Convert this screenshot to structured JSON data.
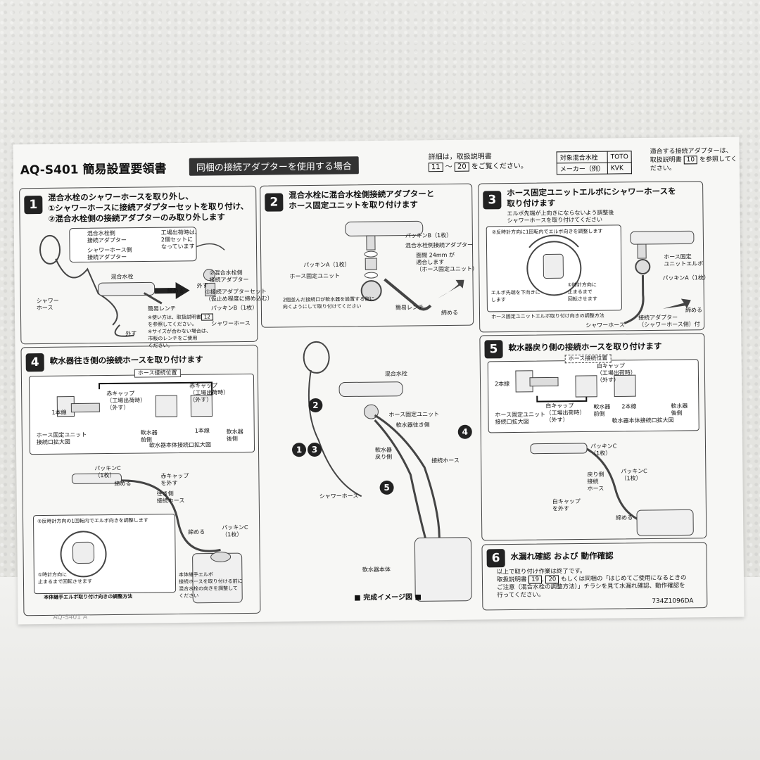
{
  "header": {
    "model_title": "AQ-S401 簡易設置要領書",
    "badge": "同梱の接続アダプターを使用する場合",
    "detail_line1": "詳細は，取扱説明書",
    "detail_ref1": "11",
    "detail_sep": "～",
    "detail_ref2": "20",
    "detail_line2": "をご覧ください。",
    "spec_label1": "対象混合水栓",
    "spec_label2": "メーカー（例）",
    "spec_val1": "TOTO",
    "spec_val2": "KVK",
    "note_text": "適合する接続アダプターは、取扱説明書",
    "note_ref": "10",
    "note_text2": "を参照してください。"
  },
  "step1": {
    "num": "1",
    "title_l1": "混合水栓のシャワーホースを取り外し、",
    "title_l2": "①シャワーホースに接続アダプターセットを取り付け、",
    "title_l3": "②混合水栓側の接続アダプターのみ取り外します",
    "lbl_adapter": "混合水栓側\n接続アダプター",
    "lbl_shower_adapter": "シャワーホース側\n接続アダプター",
    "lbl_factory": "工場出荷時は、\n2個セットに\nなっています",
    "lbl_faucet": "混合水栓",
    "lbl_shower_hose": "シャワー\nホース",
    "lbl_tighten": "締める",
    "lbl_remove_adapter": "②混合水栓側\n接続アダプター",
    "lbl_remove": "外す",
    "lbl_set": "①接続アダプターセット\n（仮止め程度に締め込む）",
    "lbl_packing_b": "パッキンB（1枚）",
    "lbl_wrench": "簡易レンチ",
    "lbl_wrench_note": "※使い方は、取扱説明書",
    "lbl_wrench_ref": "12",
    "lbl_wrench_note2": "を参照してください。\n※サイズが合わない場合は、\n市販のレンチをご使用\nください。",
    "lbl_remove2": "外す",
    "lbl_shower": "シャワーホース"
  },
  "step2": {
    "num": "2",
    "title_l1": "混合水栓に混合水栓側接続アダプターと",
    "title_l2": "ホース固定ユニットを取り付けます",
    "lbl_packing_b": "パッキンB（1枚）",
    "lbl_adapter": "混合水栓側接続アダプター",
    "lbl_face": "面間 24mm が\n適合します\n（ホース固定ユニット）",
    "lbl_packing_a": "パッキンA（1枚）",
    "lbl_unit": "ホース固定ユニット",
    "lbl_note": "2個並んだ接続口が軟水器を設置する側に\n向くようにして取り付けてください",
    "lbl_wrench": "簡易レンチ",
    "lbl_tighten": "締める"
  },
  "step3": {
    "num": "3",
    "title_l1": "ホース固定ユニットエルボにシャワーホースを",
    "title_l2": "取り付けます",
    "lbl_sub": "エルボ先端が上向きにならないよう調整後\nシャワーホースを取り付けてください",
    "lbl_inner": "②反時計方向に1回転内でエルボ向きを調整します",
    "lbl_elbow_down": "エルボ先端を下向きに\nします",
    "lbl_clockwise": "①時計方向に\n止まるまで\n回転させます",
    "lbl_method": "ホース固定ユニットエルボ取り付け向きの調整方法",
    "lbl_elbow": "ホース固定\nユニットエルボ",
    "lbl_packing_a": "パッキンA（1枚）",
    "lbl_shower": "シャワーホース",
    "lbl_adapter": "接続アダプター\n（シャワーホース側）付",
    "lbl_tighten": "締める"
  },
  "step4": {
    "num": "4",
    "title": "軟水器往き側の接続ホースを取り付けます",
    "lbl_pos": "ホース接続位置",
    "lbl_red1": "赤キャップ\n（工場出荷時）\n（外す）",
    "lbl_red2": "赤キャップ\n（工場出荷時）\n（外す）",
    "lbl_line1": "1本線",
    "lbl_line1b": "1本線",
    "lbl_unit_zoom": "ホース固定ユニット\n接続口拡大図",
    "lbl_front": "軟水器\n前側",
    "lbl_rear": "軟水器\n後側",
    "lbl_body_zoom": "軟水器本体接続口拡大図",
    "lbl_packing_c": "パッキンC\n（1枚）",
    "lbl_tighten": "締める",
    "lbl_red_remove": "赤キャップ\nを外す",
    "lbl_hose": "往き側\n接続ホース",
    "lbl_packing_c2": "パッキンC\n（1枚）",
    "lbl_tighten2": "締める",
    "lbl_sub_title": "②反時計方向の1回転内でエルボ向きを調整します",
    "lbl_sub_cw": "①時計方向に\n止まるまで回転させます",
    "lbl_sub_method": "本体継手エルボ取り付け向きの調整方法",
    "lbl_note": "本体継手エルボ\n接続ホースを取り付ける前に\n混合水栓の向きを調整して\nください"
  },
  "center": {
    "lbl_faucet": "混合水栓",
    "lbl_unit": "ホース固定ユニット",
    "lbl_out": "軟水器往き側",
    "lbl_return": "軟水器\n戻り側",
    "lbl_hose": "接続ホース",
    "lbl_shower": "シャワーホース",
    "lbl_body": "軟水器本体",
    "caption": "■ 完成イメージ図 ■",
    "badge2": "2",
    "badge1": "1",
    "badge3": "3",
    "badge4": "4",
    "badge5": "5"
  },
  "step5": {
    "num": "5",
    "title": "軟水器戻り側の接続ホースを取り付けます",
    "lbl_pos": "ホース接続位置",
    "lbl_white1": "白キャップ\n（工場出荷時）\n（外す）",
    "lbl_line2": "2本線",
    "lbl_white2": "白キャップ\n（工場出荷時）\n（外す）",
    "lbl_front": "軟水器\n前側",
    "lbl_line2b": "2本線",
    "lbl_rear": "軟水器\n後側",
    "lbl_unit_zoom": "ホース固定ユニット\n接続口拡大図",
    "lbl_body_zoom": "軟水器本体接続口拡大図",
    "lbl_packing_c": "パッキンC\n（1枚）",
    "lbl_return_hose": "戻り側\n接続\nホース",
    "lbl_packing_c2": "パッキンC\n（1枚）",
    "lbl_white_remove": "白キャップ\nを外す",
    "lbl_tighten": "締める"
  },
  "step6": {
    "num": "6",
    "title": "水漏れ確認 および 動作確認",
    "l1": "以上で取り付け作業は終了です。",
    "l2a": "取扱説明書",
    "ref1": "19",
    "ref2": "20",
    "l2b": "もしくは同梱の「はじめてご使用になるときの",
    "l3": "ご注意（混合水栓の調整方法）」チラシを見て水漏れ確認、動作確認を",
    "l4": "行ってください。",
    "code": "734Z1096DA"
  },
  "footer_code": "AQ-S401 A"
}
